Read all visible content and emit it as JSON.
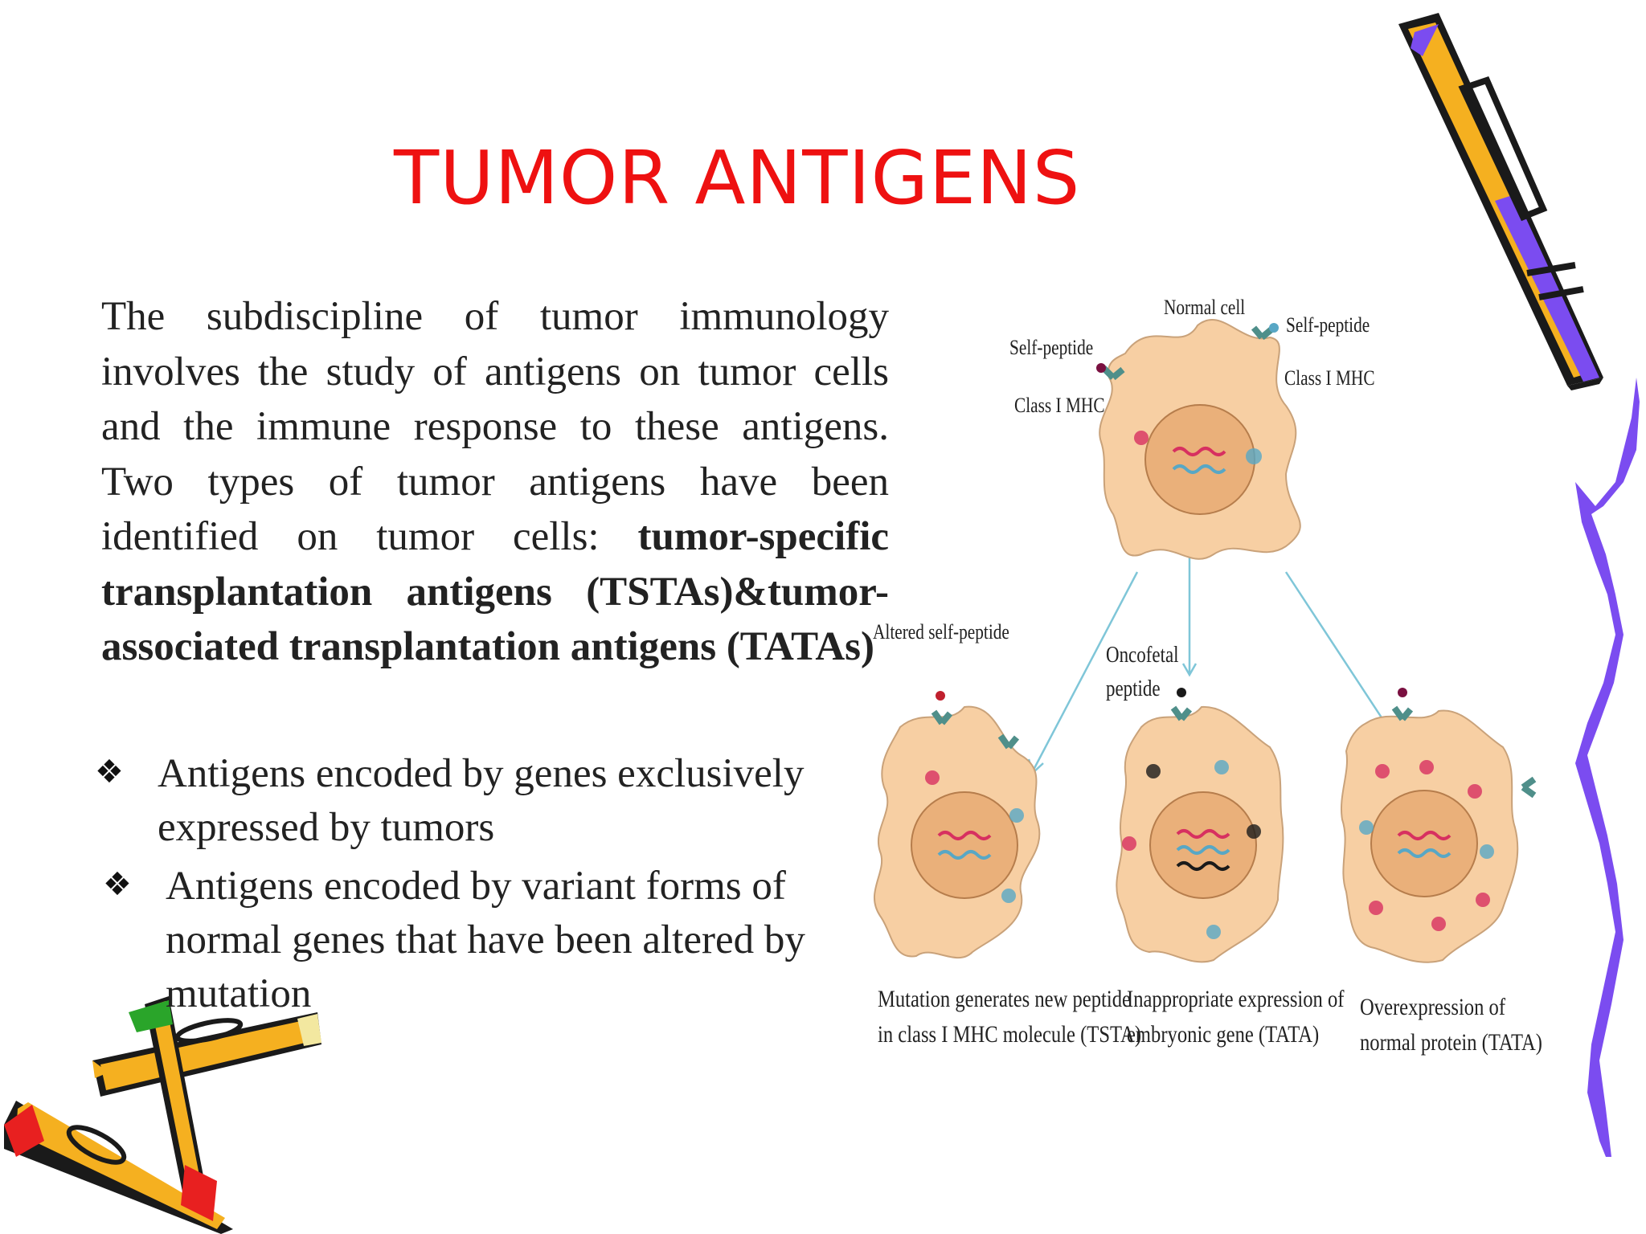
{
  "slide": {
    "title": "TUMOR ANTIGENS",
    "paragraph": {
      "text1": "The subdiscipline of tumor immunology involves the study of antigens on tumor cells and the immune response to these antigens. Two types of tumor antigens have been identified on tumor cells: ",
      "bold": "tumor-specific transplantation antigens (TSTAs)&tumor-associated transplantation antigens (TATAs)"
    },
    "bullets": [
      "Antigens encoded by genes exclusively expressed by tumors",
      "Antigens encoded by variant forms of normal genes that have been altered by mutation"
    ],
    "bullet_symbol": "❖"
  },
  "figure": {
    "labels": {
      "normal_cell": "Normal cell",
      "self_peptide_left": "Self-peptide",
      "class_mhc_left": "Class I MHC",
      "self_peptide_right": "Self-peptide",
      "class_mhc_right": "Class I MHC",
      "altered_self_peptide": "Altered self-peptide",
      "oncofetal_line1": "Oncofetal",
      "oncofetal_line2": "peptide"
    },
    "captions": [
      {
        "line1": "Mutation generates new peptide",
        "line2": "in class I MHC molecule (TSTA)"
      },
      {
        "line1": "Inappropriate expression of",
        "line2": "embryonic gene (TATA)"
      },
      {
        "line1": "Overexpression of",
        "line2": "normal protein (TATA)"
      }
    ]
  },
  "colors": {
    "title": "#ee1111",
    "cell_fill": "#f7cfa3",
    "nucleus_fill": "#eab07a",
    "decor_purple": "#7b4cf0",
    "decor_yellow": "#f5b020"
  }
}
